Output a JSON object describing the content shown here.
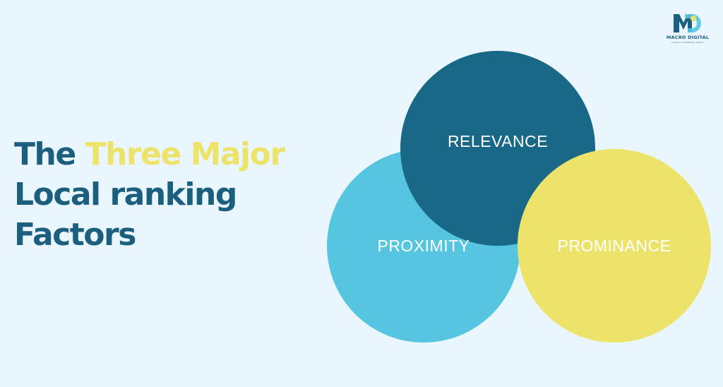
{
  "logo": {
    "brand": "MACRO DIGITAL",
    "tagline": "A DIGITAL MARKETING AGENCY"
  },
  "heading": {
    "part1": "The ",
    "part2": "Three Major",
    "line2": "Local ranking",
    "line3": "Factors"
  },
  "diagram": {
    "circles": [
      {
        "label": "PROXIMITY",
        "color": "#56c5e0"
      },
      {
        "label": "RELEVANCE",
        "color": "#1a6887"
      },
      {
        "label": "PROMINANCE",
        "color": "#ede36a"
      }
    ]
  },
  "colors": {
    "background": "#eaf6fd",
    "heading": "#1b5e7e",
    "accent": "#ede36a"
  }
}
